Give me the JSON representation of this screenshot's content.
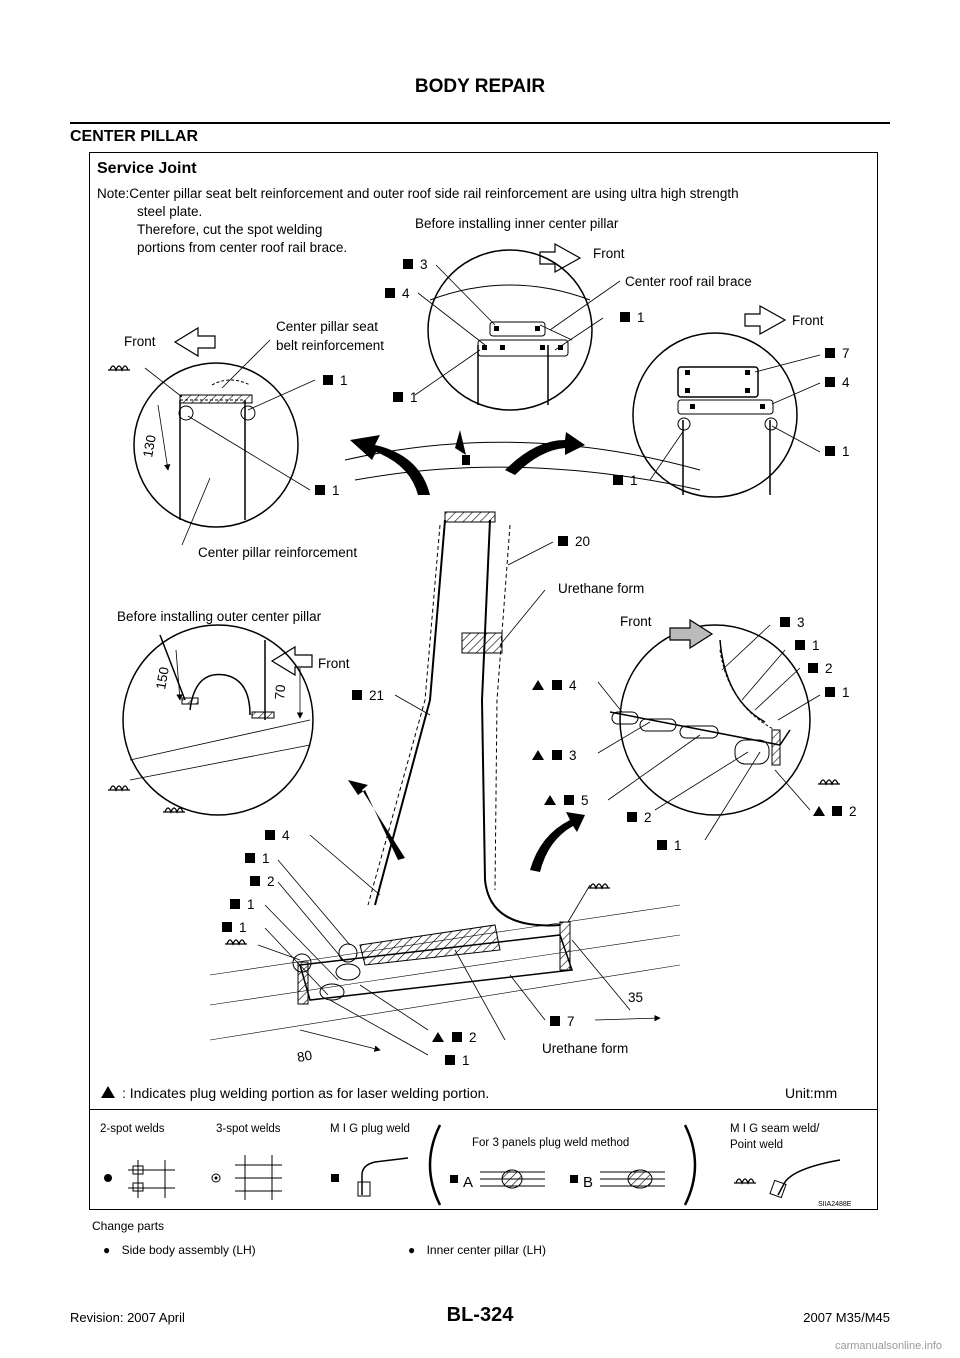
{
  "header": {
    "title": "BODY REPAIR"
  },
  "section": {
    "title": "CENTER PILLAR"
  },
  "figure": {
    "heading": "Service Joint",
    "note_line1": "Note:Center pillar seat belt reinforcement and outer roof side rail reinforcement are using ultra high strength",
    "note_line2": "steel plate.",
    "note_line3": "Therefore, cut the spot welding",
    "note_line4": "portions from center roof rail brace.",
    "labels": {
      "before_inner": "Before installing inner center pillar",
      "before_outer": "Before installing outer center pillar",
      "front": "Front",
      "center_roof_rail_brace": "Center roof rail brace",
      "seat_belt_reinf_1": "Center pillar seat",
      "seat_belt_reinf_2": "belt reinforcement",
      "center_pillar_reinf": "Center pillar reinforcement",
      "urethane_form": "Urethane form",
      "dim_130": "130",
      "dim_150": "150",
      "dim_70": "70",
      "dim_80": "80",
      "dim_35": "35",
      "n1": "1",
      "n2": "2",
      "n3": "3",
      "n4": "4",
      "n5": "5",
      "n7": "7",
      "n20": "20",
      "n21": "21"
    },
    "indicates": ": Indicates plug welding portion as for laser welding portion.",
    "unit": "Unit:mm",
    "legend": {
      "two_spot": "2-spot welds",
      "three_spot": "3-spot welds",
      "mig_plug": "M I G plug weld",
      "three_panels": "For 3 panels plug weld method",
      "panel_a": "A",
      "panel_b": "B",
      "mig_seam_1": "M I G seam weld/",
      "mig_seam_2": "Point weld"
    },
    "figure_code": "SIIA2488E"
  },
  "change_parts": {
    "label": "Change parts",
    "items": [
      "Side body assembly (LH)",
      "Inner center pillar (LH)"
    ]
  },
  "footer": {
    "revision": "Revision: 2007 April",
    "page": "BL-324",
    "model": "2007 M35/M45"
  },
  "watermark": "carmanualsonline.info"
}
